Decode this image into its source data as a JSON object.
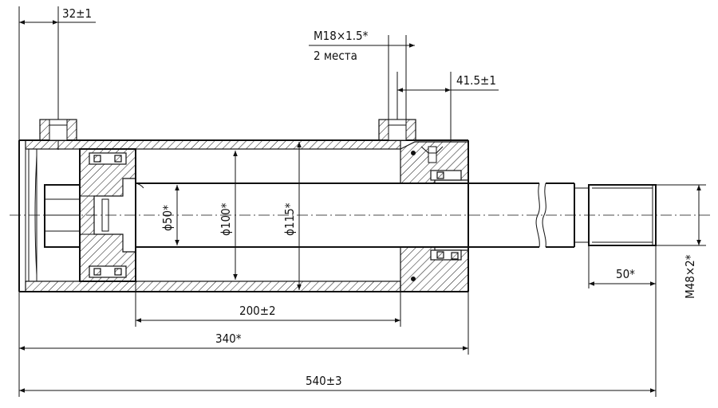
{
  "dimensions": {
    "port_offset": "32±1",
    "port_thread": "M18×1.5*",
    "port_count": "2 места",
    "gland_length": "41.5±1",
    "rod_diameter": "ϕ50*",
    "bore_diameter": "ϕ100*",
    "outer_diameter": "ϕ115*",
    "stroke": "200±2",
    "body_length": "340*",
    "overall_length": "540±3",
    "rod_thread_length": "50*",
    "rod_thread": "M48×2*"
  }
}
